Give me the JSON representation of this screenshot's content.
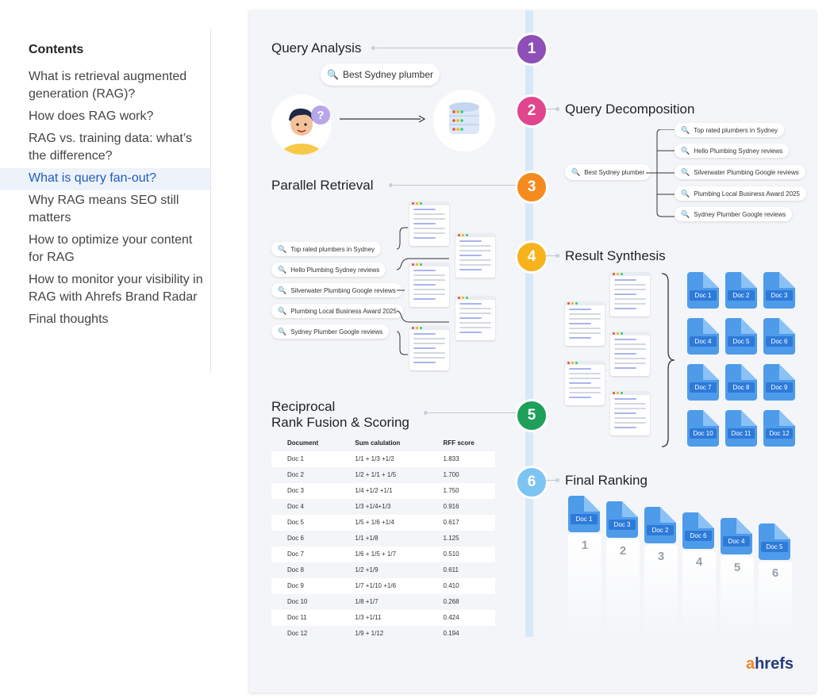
{
  "toc": {
    "title": "Contents",
    "items": [
      {
        "label": "What is retrieval augmented generation (RAG)?"
      },
      {
        "label": "How does RAG work?"
      },
      {
        "label": "RAG vs. training data: what’s the difference?"
      },
      {
        "label": "What is query fan-out?",
        "active": true
      },
      {
        "label": "Why RAG means SEO still matters"
      },
      {
        "label": "How to optimize your content for RAG"
      },
      {
        "label": "How to monitor your visibility in RAG with Ahrefs Brand Radar"
      },
      {
        "label": "Final thoughts"
      }
    ]
  },
  "infographic": {
    "steps": [
      {
        "num": "1",
        "title": "Query Analysis",
        "color": "#8e4fb8"
      },
      {
        "num": "2",
        "title": "Query Decomposition",
        "color": "#e0458e"
      },
      {
        "num": "3",
        "title": "Parallel Retrieval",
        "color": "#f58a1f"
      },
      {
        "num": "4",
        "title": "Result Synthesis",
        "color": "#f7b21c"
      },
      {
        "num": "5",
        "title": "Reciprocal",
        "title2": "Rank Fusion & Scoring",
        "color": "#1ea05a"
      },
      {
        "num": "6",
        "title": "Final Ranking",
        "color": "#7cc4f2"
      }
    ],
    "query": "Best Sydney plumber",
    "query_small": "Best Sydney plumber",
    "subqueries": [
      "Top rated plumbers in Sydney",
      "Hello Plumbing Sydney reviews",
      "Silverwater Plumbing Google reviews",
      "Plumbing Local Business Award 2025",
      "Sydney Plumber Google reviews"
    ],
    "docs": [
      "Doc 1",
      "Doc 2",
      "Doc 3",
      "Doc 4",
      "Doc 5",
      "Doc 6",
      "Doc 7",
      "Doc 8",
      "Doc 9",
      "Doc 10",
      "Doc 11",
      "Doc 12"
    ],
    "table": {
      "headers": [
        "Document",
        "Sum calulation",
        "RFF score"
      ],
      "rows": [
        [
          "Doc 1",
          "1/1 + 1/3 +1/2",
          "1.833"
        ],
        [
          "Doc 2",
          "1/2 + 1/1 + 1/5",
          "1.700"
        ],
        [
          "Doc 3",
          "1/4 +1/2 +1/1",
          "1.750"
        ],
        [
          "Doc 4",
          "1/3 +1/4+1/3",
          "0.916"
        ],
        [
          "Doc 5",
          "1/5 + 1/6 +1/4",
          "0.617"
        ],
        [
          "Doc 6",
          "1/1 +1/8",
          "1.125"
        ],
        [
          "Doc 7",
          "1/6 + 1/5 + 1/7",
          "0.510"
        ],
        [
          "Doc 8",
          "1/2 +1/9",
          "0.611"
        ],
        [
          "Doc 9",
          "1/7 +1/10 +1/6",
          "0.410"
        ],
        [
          "Doc 10",
          "1/8 +1/7",
          "0.268"
        ],
        [
          "Doc 11",
          "1/3 +1/11",
          "0.424"
        ],
        [
          "Doc 12",
          "1/9 + 1/12",
          "0.194"
        ]
      ]
    },
    "ranking": [
      {
        "doc": "Doc 1",
        "rank": "1"
      },
      {
        "doc": "Doc 3",
        "rank": "2"
      },
      {
        "doc": "Doc 2",
        "rank": "3"
      },
      {
        "doc": "Doc 6",
        "rank": "4"
      },
      {
        "doc": "Doc 4",
        "rank": "5"
      },
      {
        "doc": "Doc 5",
        "rank": "6"
      }
    ],
    "brand": {
      "a": "a",
      "rest": "hrefs"
    }
  }
}
